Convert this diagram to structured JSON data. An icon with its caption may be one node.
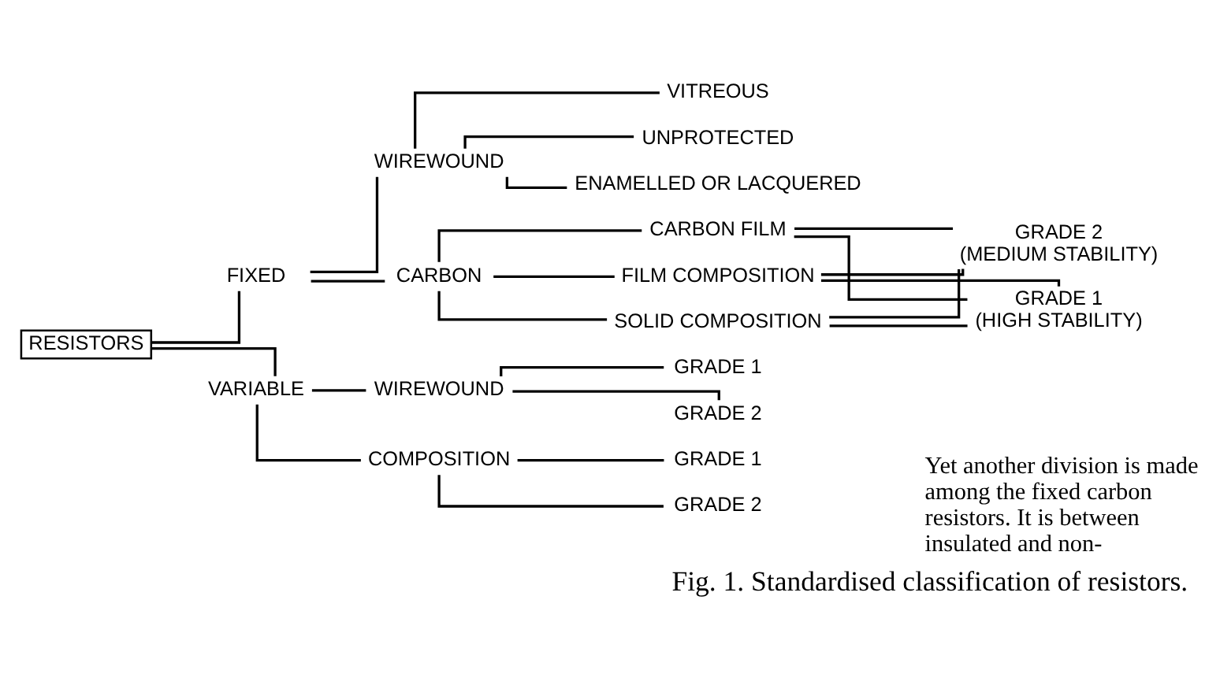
{
  "diagram": {
    "caption": "Fig. 1. Standardised classification of resistors.",
    "nodes": [
      {
        "text": [
          "RESISTORS"
        ]
      },
      {
        "text": [
          "FIXED"
        ]
      },
      {
        "text": [
          "WIREWOUND"
        ]
      },
      {
        "text": [
          "VITREOUS"
        ]
      },
      {
        "text": [
          "UNPROTECTED"
        ]
      },
      {
        "text": [
          "ENAMELLED OR LACQUERED"
        ]
      },
      {
        "text": [
          "CARBON"
        ]
      },
      {
        "text": [
          "CARBON FILM"
        ]
      },
      {
        "text": [
          "FILM COMPOSITION"
        ]
      },
      {
        "text": [
          "SOLID COMPOSITION"
        ]
      },
      {
        "text": [
          "GRADE 1",
          "(HIGH STABILITY)"
        ]
      },
      {
        "text": [
          "GRADE 2",
          "(MEDIUM STABILITY)"
        ]
      },
      {
        "text": [
          "VARIABLE"
        ]
      },
      {
        "text": [
          "WIREWOUND"
        ]
      },
      {
        "text": [
          "GRADE 1"
        ]
      },
      {
        "text": [
          "GRADE 2"
        ]
      },
      {
        "text": [
          "COMPOSITION"
        ]
      },
      {
        "text": [
          "GRADE 1"
        ]
      },
      {
        "text": [
          "GRADE 2"
        ]
      }
    ],
    "edges": [
      {
        "from": 0,
        "to": 1,
        "arrow": "none"
      },
      {
        "from": 1,
        "to": 2,
        "arrow": "none"
      },
      {
        "from": 2,
        "to": 3,
        "arrow": "none"
      },
      {
        "from": 2,
        "to": 4,
        "arrow": "none"
      },
      {
        "from": 2,
        "to": 5,
        "arrow": "none"
      },
      {
        "from": 1,
        "to": 6,
        "arrow": "none"
      },
      {
        "from": 6,
        "to": 7,
        "arrow": "none"
      },
      {
        "from": 6,
        "to": 8,
        "arrow": "none"
      },
      {
        "from": 6,
        "to": 9,
        "arrow": "none"
      },
      {
        "from": 7,
        "to": 10,
        "arrow": "none"
      },
      {
        "from": 7,
        "to": 11,
        "arrow": "none"
      },
      {
        "from": 8,
        "to": 10,
        "arrow": "none"
      },
      {
        "from": 8,
        "to": 11,
        "arrow": "none"
      },
      {
        "from": 9,
        "to": 10,
        "arrow": "none"
      },
      {
        "from": 9,
        "to": 11,
        "arrow": "none"
      },
      {
        "from": 0,
        "to": 12,
        "arrow": "none"
      },
      {
        "from": 12,
        "to": 13,
        "arrow": "none"
      },
      {
        "from": 13,
        "to": 14,
        "arrow": "none"
      },
      {
        "from": 13,
        "to": 15,
        "arrow": "none"
      },
      {
        "from": 12,
        "to": 16,
        "arrow": "none"
      },
      {
        "from": 16,
        "to": 17,
        "arrow": "none"
      },
      {
        "from": 16,
        "to": 18,
        "arrow": "none"
      }
    ],
    "labels": [
      "Yet another division is made among the fixed carbon resistors. It is between insulated and non-"
    ]
  }
}
